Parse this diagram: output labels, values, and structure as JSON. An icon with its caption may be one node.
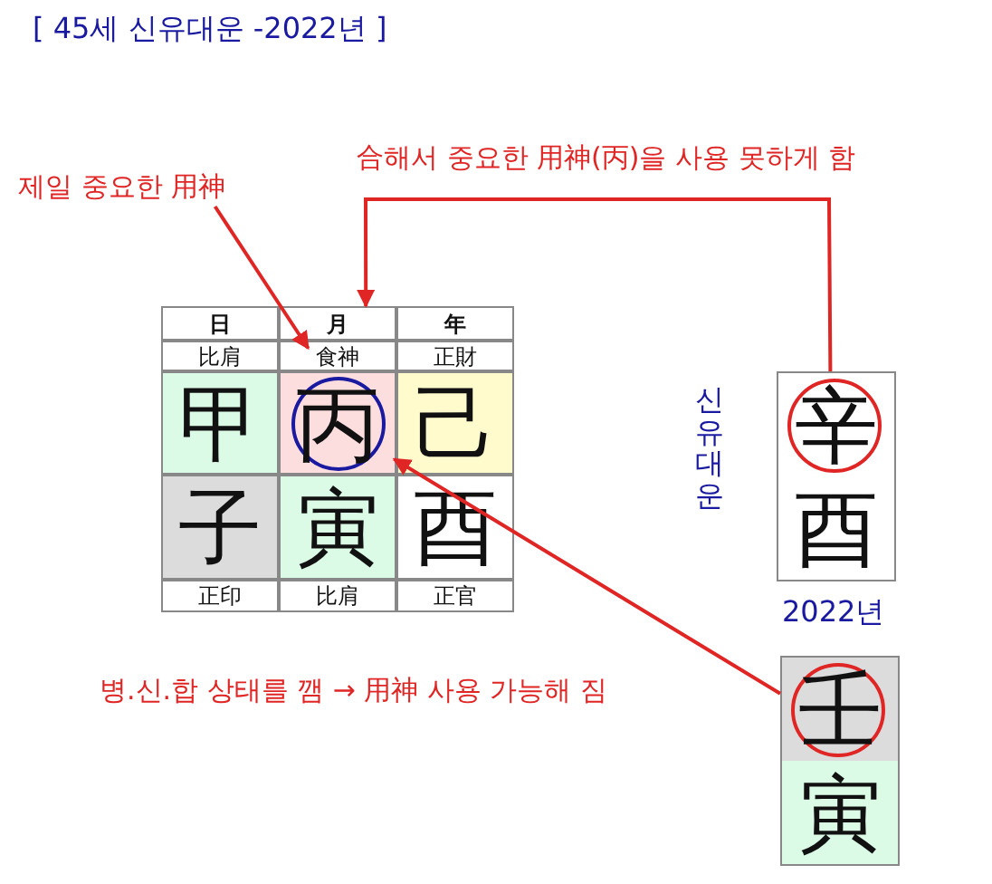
{
  "diagram": {
    "title": "[ 45세 신유대운 -2022년 ]",
    "nodes": [
      {
        "text": [
          "제일 중요한 用神"
        ]
      },
      {
        "text": [],
        "shape": "box"
      },
      {
        "text": [
          "食神"
        ],
        "in": 1
      },
      {
        "text": [
          "丙"
        ],
        "in": 1
      },
      {
        "text": [
          "辛",
          "酉"
        ],
        "beside": [
          "신유대운"
        ]
      },
      {
        "text": [
          "壬",
          "寅"
        ],
        "beside": [
          "2022년"
        ]
      }
    ],
    "edges": [
      {
        "from": 0,
        "to": 2,
        "arrow": "to"
      },
      {
        "from": 4,
        "to": 1,
        "arrow": "to",
        "label": "合해서 중요한 用神(丙)을 사용 못하게 함"
      },
      {
        "from": 5,
        "to": 3,
        "arrow": "to",
        "label": "병.신.합 상태를 깸 → 用神 사용 가능해 짐"
      }
    ],
    "labels": [
      "日",
      "月",
      "年",
      "比肩",
      "正財",
      "甲",
      "己",
      "子",
      "寅",
      "酉",
      "正印",
      "比肩",
      "正官"
    ]
  }
}
